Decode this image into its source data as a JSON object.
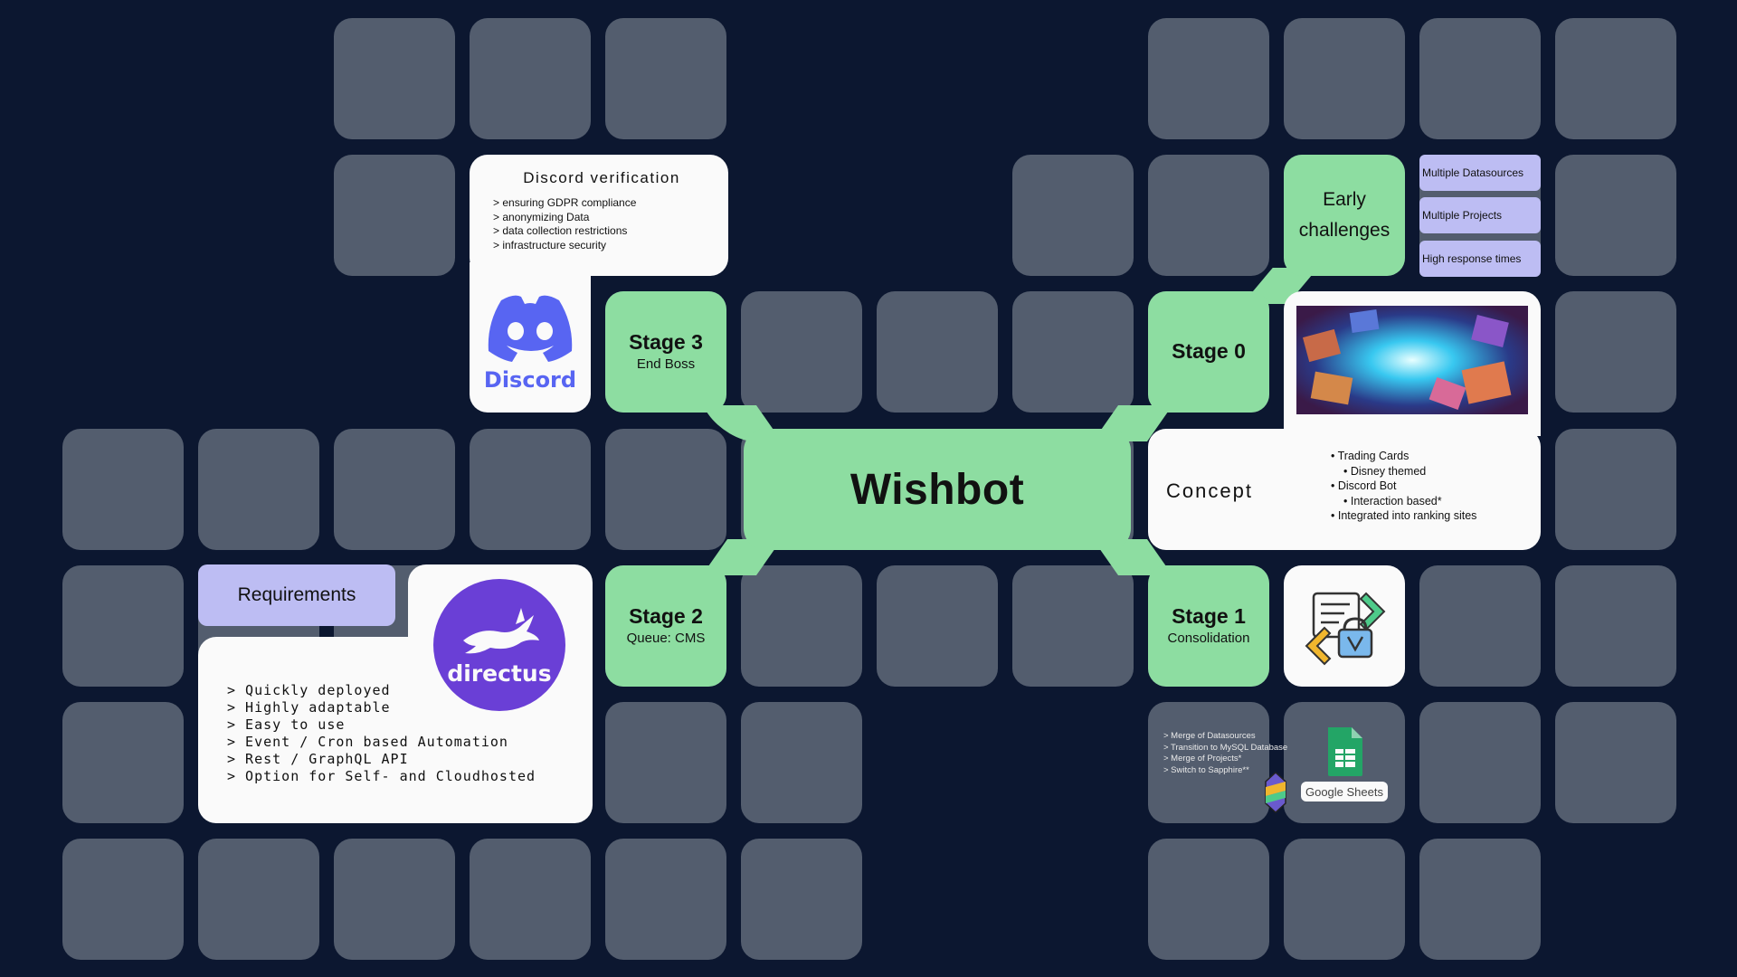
{
  "colors": {
    "background": "#0c1730",
    "tile": "#535d6e",
    "green": "#8ddda1",
    "lavender": "#bdbdf3",
    "card": "#fafafa",
    "discord": "#5865f2",
    "directus": "#6a3fd6"
  },
  "hub": {
    "title": "Wishbot"
  },
  "stages": {
    "stage0": {
      "title": "Stage 0",
      "subtitle": ""
    },
    "stage1": {
      "title": "Stage 1",
      "subtitle": "Consolidation"
    },
    "stage2": {
      "title": "Stage 2",
      "subtitle": "Queue: CMS"
    },
    "stage3": {
      "title": "Stage 3",
      "subtitle": "End Boss"
    }
  },
  "early_challenges": {
    "title_line1": "Early",
    "title_line2": "challenges",
    "items": [
      "Multiple Datasources",
      "Multiple Projects",
      "High response times"
    ]
  },
  "discord_verification": {
    "title": "Discord verification",
    "items": [
      "> ensuring GDPR compliance",
      "> anonymizing Data",
      "> data collection restrictions",
      "> infrastructure security"
    ],
    "logo_text": "Discord",
    "logo_icon": "discord-logo-icon"
  },
  "requirements": {
    "title": "Requirements",
    "items": [
      "> Quickly deployed",
      "> Highly adaptable",
      "> Easy to use",
      "> Event / Cron based Automation",
      "> Rest / GraphQL API",
      "> Option for Self- and Cloudhosted"
    ],
    "logo_text": "directus",
    "logo_icon": "directus-rabbit-icon"
  },
  "concept": {
    "title": "Concept",
    "items": [
      {
        "text": "• Trading Cards",
        "indent": false
      },
      {
        "text": "• Disney themed",
        "indent": true
      },
      {
        "text": "• Discord Bot",
        "indent": false
      },
      {
        "text": "• Interaction based*",
        "indent": true
      },
      {
        "text": "• Integrated into ranking sites",
        "indent": false
      }
    ],
    "image_icon": "trading-cards-burst-image"
  },
  "consolidation": {
    "icon": "code-lock-icon",
    "notes": [
      "> Merge of Datasources",
      "> Transition to MySQL Database",
      "> Merge of Projects*",
      "> Switch to Sapphire**"
    ],
    "sheets_label": "Google Sheets",
    "sheets_icon": "google-sheets-icon",
    "sapphire_icon": "sapphire-gem-icon"
  }
}
